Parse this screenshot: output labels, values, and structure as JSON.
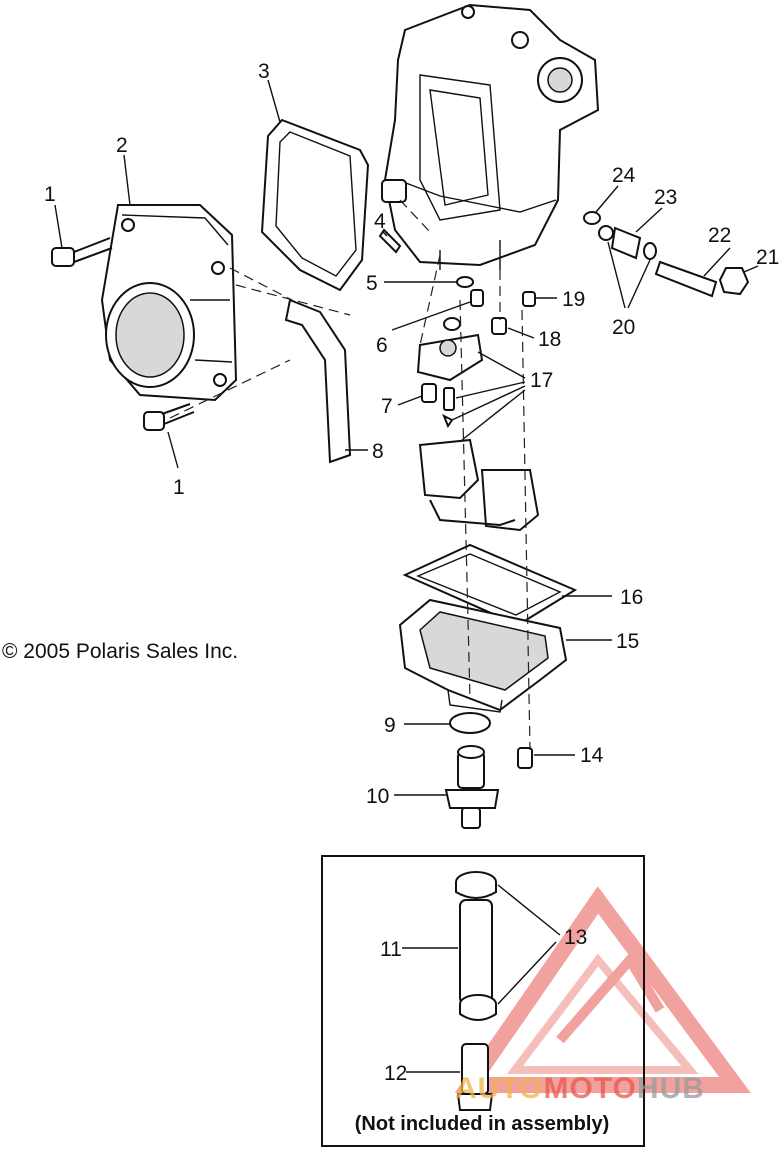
{
  "copyright": "© 2005 Polaris Sales Inc.",
  "box_caption": "(Not included in assembly)",
  "watermark": {
    "part1": "AUTO",
    "part2": "MOTO",
    "part3": "HUB"
  },
  "callouts": [
    "1",
    "2",
    "3",
    "4",
    "5",
    "6",
    "7",
    "8",
    "1",
    "9",
    "10",
    "11",
    "12",
    "13",
    "14",
    "15",
    "16",
    "17",
    "18",
    "19",
    "20",
    "21",
    "22",
    "23",
    "24"
  ]
}
